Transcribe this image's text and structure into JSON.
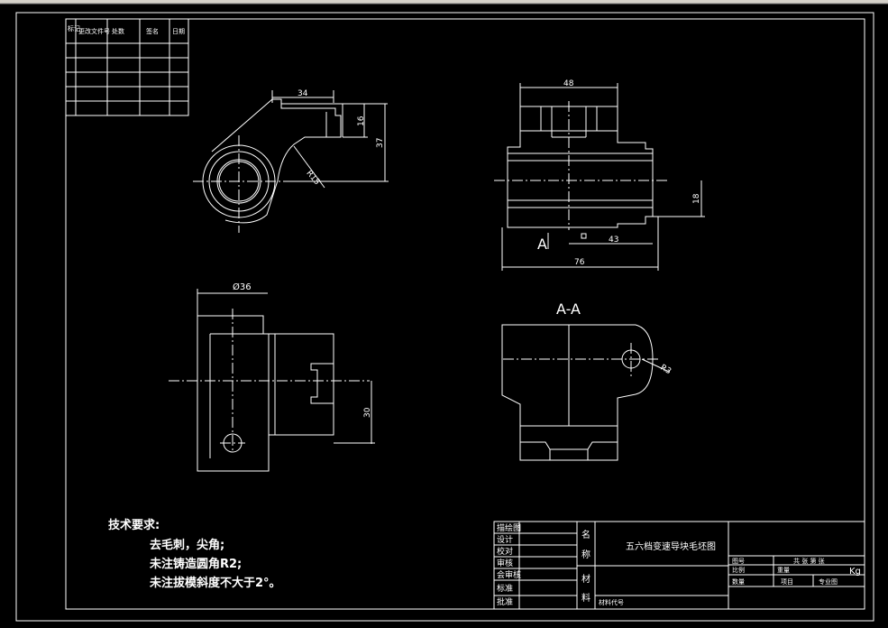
{
  "revision_table": {
    "headers": [
      "标记",
      "更改文件号",
      "处数",
      "签名",
      "日期"
    ]
  },
  "dimensions": {
    "d34": "34",
    "d16": "16",
    "d37": "37",
    "r15": "R15",
    "d48": "48",
    "d18": "18",
    "d43": "43",
    "d76": "76",
    "phi36": "Ø36",
    "d30": "30",
    "r3": "R3"
  },
  "labels": {
    "section_mark": "A",
    "section_title": "A-A"
  },
  "tech_notes": {
    "title": "技术要求:",
    "items": [
      "去毛刺，尖角;",
      "未注铸造圆角R2;",
      "未注拔模斜度不大于2°。"
    ]
  },
  "title_block": {
    "left_rows": [
      "描绘图",
      "设计",
      "校对",
      "审核",
      "会审核",
      "标准",
      "批准"
    ],
    "name_label": "名\n称",
    "material_label": "材\n料",
    "drawing_name": "五六档变速导块毛坯图",
    "sheet_label": "共   张   第   张",
    "unit_kg": "Kg",
    "scale_label": "比例",
    "weight_label": "重量",
    "ratio_label": "数量",
    "left_top": "图号",
    "design_unit": "专业图",
    "project": "项目",
    "material_code": "材料代号"
  }
}
